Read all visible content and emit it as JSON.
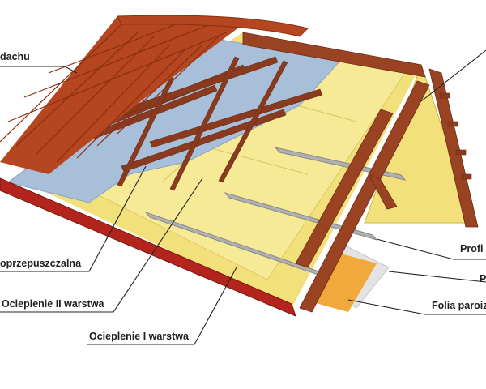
{
  "labels": {
    "roof_covering": "dachu",
    "membrane": "oprzepuszczalna",
    "insulation_2": "Ocieplenie II warstwa",
    "insulation_1": "Ocieplenie I warstwa",
    "profile": "Profi",
    "vapor_barrier": "Folia paroiz",
    "rafter_top_right": "",
    "p_right": "P"
  },
  "colors": {
    "tile": "#b5461f",
    "tile_dark": "#8a2f12",
    "batten": "#8a3a1e",
    "rafter": "#9a4323",
    "rafter_dark": "#6e2c14",
    "membrane": "#a8bfd9",
    "insulation": "#f2e07a",
    "insulation_light": "#f7ea97",
    "gutter": "#b3251c",
    "steel_profile": "#b0b0b0",
    "vapor_barrier": "#f1a93b",
    "vapor_sheet": "#e3e3e3",
    "label_text": "#1e1e1e"
  }
}
